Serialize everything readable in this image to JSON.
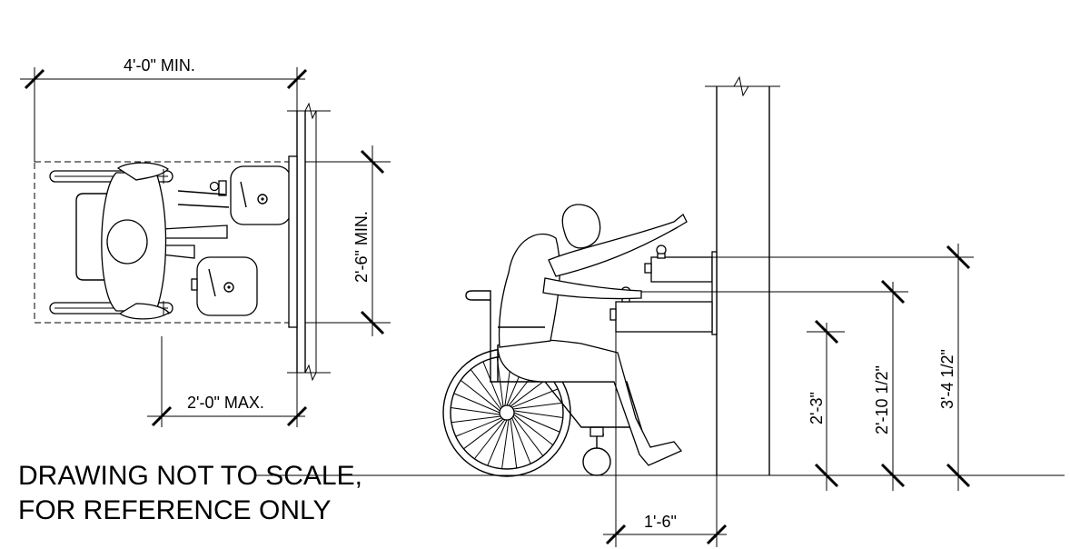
{
  "plan_dimensions": {
    "width_min": "4'-0\" MIN.",
    "depth_min": "2'-6\" MIN.",
    "projection_max": "2'-0\" MAX."
  },
  "elevation_dimensions": {
    "knee_clearance": "2'-3\"",
    "low_spout": "2'-10 1/2\"",
    "high_spout": "3'-4 1/2\"",
    "offset": "1'-6\""
  },
  "note": {
    "line1": "DRAWING NOT TO SCALE,",
    "line2": "FOR REFERENCE ONLY"
  }
}
